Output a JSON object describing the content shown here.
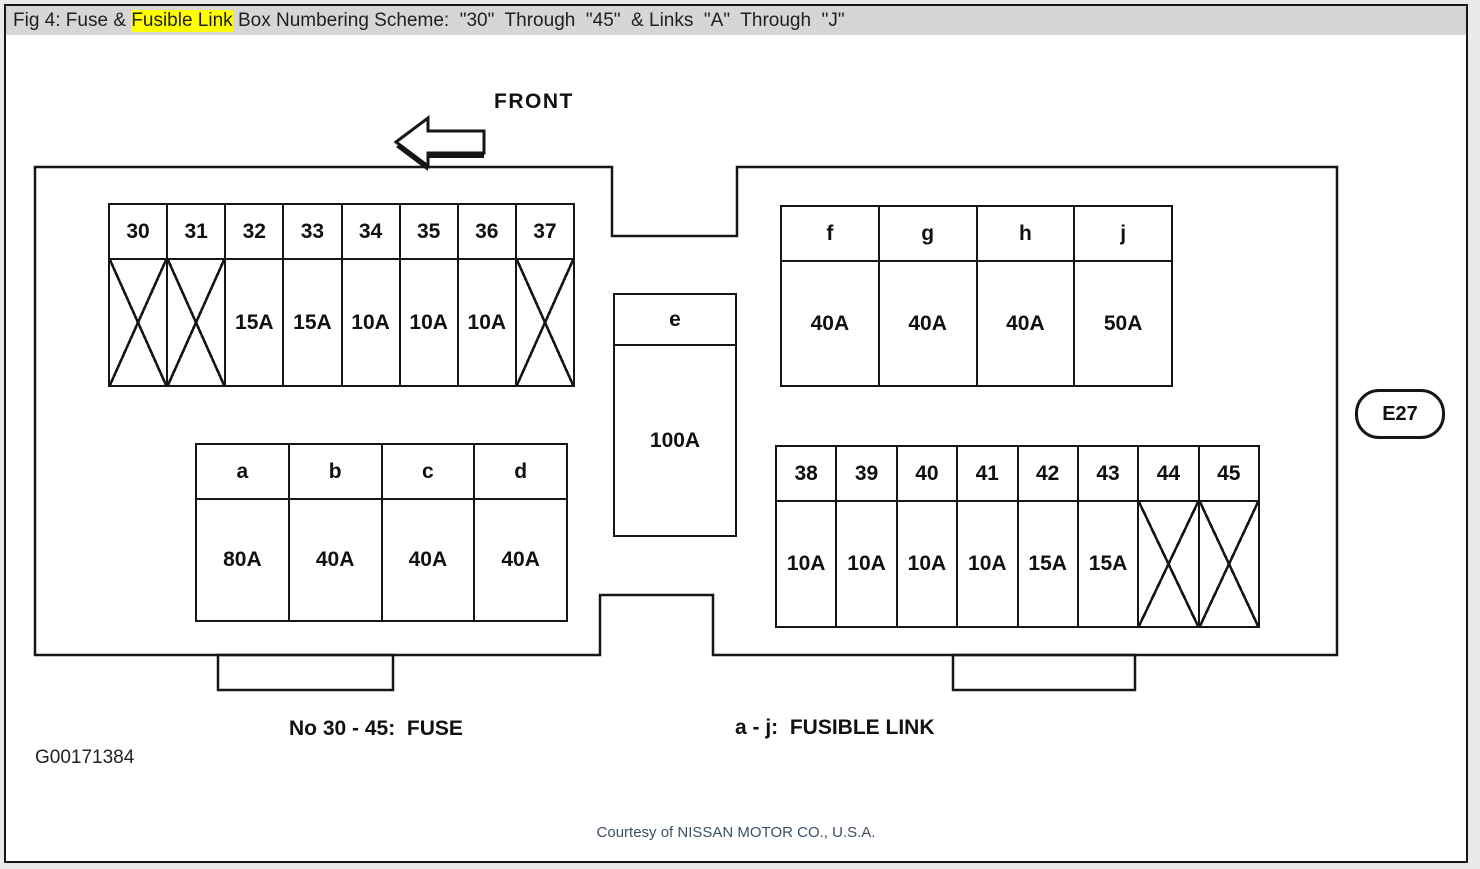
{
  "title_bar": {
    "prefix": "Fig 4: Fuse & ",
    "highlighted": "Fusible Link",
    "suffix": " Box Numbering Scheme:  \"30\"  Through  \"45\"  & Links  \"A\"  Through  \"J\"",
    "highlight_color": "#ffff00",
    "background_color": "#d6d6d6"
  },
  "diagram": {
    "front_label": "FRONT",
    "connector_label": "E27",
    "blocks": {
      "fuse_top_left": {
        "cells": [
          {
            "label": "30",
            "value": "",
            "crossed": true
          },
          {
            "label": "31",
            "value": "",
            "crossed": true
          },
          {
            "label": "32",
            "value": "15A",
            "crossed": false
          },
          {
            "label": "33",
            "value": "15A",
            "crossed": false
          },
          {
            "label": "34",
            "value": "10A",
            "crossed": false
          },
          {
            "label": "35",
            "value": "10A",
            "crossed": false
          },
          {
            "label": "36",
            "value": "10A",
            "crossed": false
          },
          {
            "label": "37",
            "value": "",
            "crossed": true
          }
        ]
      },
      "fusible_link_bottom_left": {
        "cells": [
          {
            "label": "a",
            "value": "80A",
            "crossed": false
          },
          {
            "label": "b",
            "value": "40A",
            "crossed": false
          },
          {
            "label": "c",
            "value": "40A",
            "crossed": false
          },
          {
            "label": "d",
            "value": "40A",
            "crossed": false
          }
        ]
      },
      "fusible_link_middle": {
        "cells": [
          {
            "label": "e",
            "value": "100A",
            "crossed": false
          }
        ]
      },
      "fusible_link_top_right": {
        "cells": [
          {
            "label": "f",
            "value": "40A",
            "crossed": false
          },
          {
            "label": "g",
            "value": "40A",
            "crossed": false
          },
          {
            "label": "h",
            "value": "40A",
            "crossed": false
          },
          {
            "label": "j",
            "value": "50A",
            "crossed": false
          }
        ]
      },
      "fuse_bottom_right": {
        "cells": [
          {
            "label": "38",
            "value": "10A",
            "crossed": false
          },
          {
            "label": "39",
            "value": "10A",
            "crossed": false
          },
          {
            "label": "40",
            "value": "10A",
            "crossed": false
          },
          {
            "label": "41",
            "value": "10A",
            "crossed": false
          },
          {
            "label": "42",
            "value": "15A",
            "crossed": false
          },
          {
            "label": "43",
            "value": "15A",
            "crossed": false
          },
          {
            "label": "44",
            "value": "",
            "crossed": true
          },
          {
            "label": "45",
            "value": "",
            "crossed": true
          }
        ]
      }
    },
    "legend": {
      "fuse": "No 30 - 45:  FUSE",
      "fusible_link": "a - j:  FUSIBLE LINK"
    },
    "figure_code": "G00171384"
  },
  "footer": {
    "courtesy": "Courtesy of NISSAN MOTOR CO., U.S.A."
  }
}
